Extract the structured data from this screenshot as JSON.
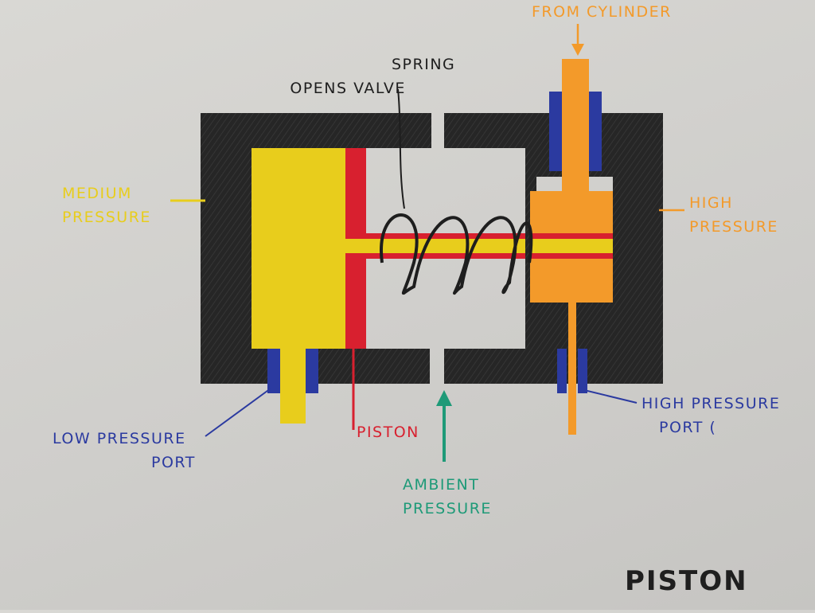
{
  "title": "PISTON",
  "labels": {
    "from_cylinder": "FROM CYLINDER",
    "spring_line1": "SPRING",
    "spring_line2": "OPENS VALVE",
    "medium_line1": "MEDIUM",
    "medium_line2": "PRESSURE",
    "high_line1": "HIGH",
    "high_line2": "PRESSURE",
    "low_port_line1": "LOW PRESSURE",
    "low_port_line2": "PORT",
    "piston": "PISTON",
    "ambient_line1": "AMBIENT",
    "ambient_line2": "PRESSURE",
    "high_port_line1": "HIGH PRESSURE",
    "high_port_line2": "PORT ("
  },
  "colors": {
    "housing": "#262626",
    "medium_pressure": "#e8cd1c",
    "piston": "#d8202f",
    "high_pressure": "#f39a2a",
    "port_seal": "#2b3aa0",
    "ambient": "#1e9a78",
    "ink": "#1e1e1e"
  }
}
